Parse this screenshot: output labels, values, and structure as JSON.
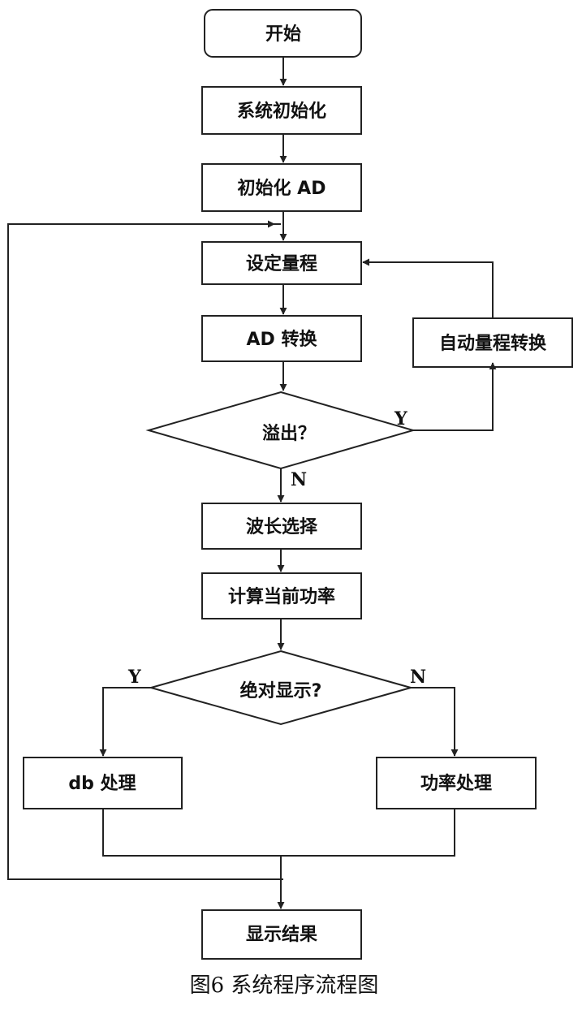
{
  "flowchart": {
    "nodes": {
      "start": "开始",
      "sys_init": "系统初始化",
      "ad_init": "初始化 AD",
      "set_range": "设定量程",
      "ad_convert": "AD 转换",
      "auto_range": "自动量程转换",
      "overflow": "溢出？",
      "wavelength": "波长选择",
      "calc_power": "计算当前功率",
      "absolute": "绝对显示?",
      "db_process": "db 处理",
      "power_process": "功率处理",
      "show_result": "显示结果"
    },
    "labels": {
      "overflow_yes": "Y",
      "overflow_no": "N",
      "absolute_yes": "Y",
      "absolute_no": "N"
    }
  },
  "caption": "图6  系统程序流程图"
}
